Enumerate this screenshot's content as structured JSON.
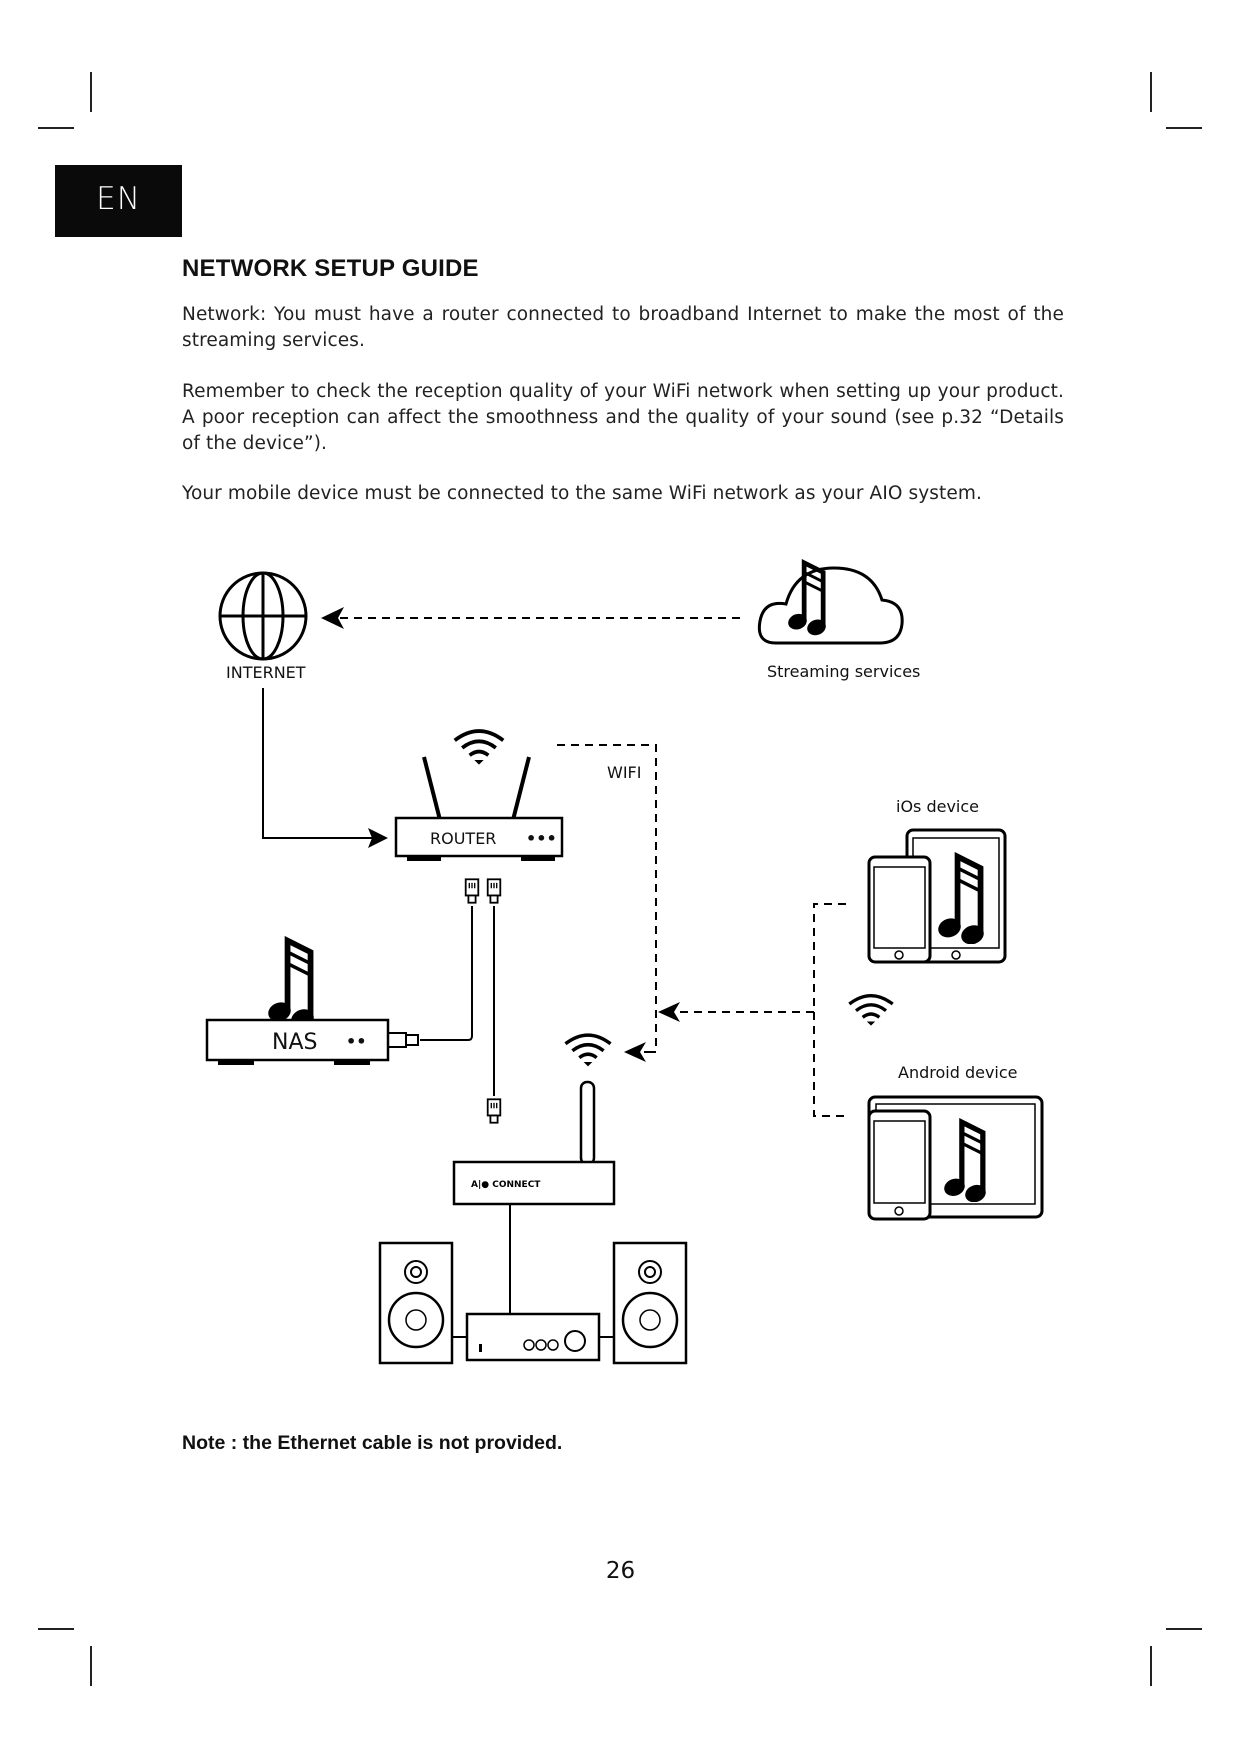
{
  "language_tab": "EN",
  "title": "NETWORK SETUP GUIDE",
  "paragraphs": [
    "Network: You must have a router connected to broadband Internet to make the most of the streaming services.",
    "Remember to check the reception quality of your WiFi network when setting up your product. A poor reception can affect the smoothness and the quality of your sound (see p.32 “Details of the device”).",
    "Your mobile device must be connected to the same WiFi network as your AIO system."
  ],
  "diagram": {
    "internet_label": "INTERNET",
    "streaming_label": "Streaming services",
    "wifi_label": "WIFI",
    "router_label": "ROUTER",
    "router_dots": "•••",
    "nas_label": "NAS",
    "nas_dots": "••",
    "ios_label": "iOs device",
    "android_label": "Android device",
    "aio_logo_text": "A|● CONNECT",
    "icons": [
      "globe-icon",
      "cloud-music-icon",
      "wifi-icon",
      "router-icon",
      "ethernet-plug-icon",
      "music-note-icon",
      "nas-icon",
      "aio-connect-icon",
      "speaker-icon",
      "amplifier-icon",
      "phone-icon",
      "tablet-icon"
    ]
  },
  "note": "Note : the Ethernet cable is not provided.",
  "page_number": "26"
}
